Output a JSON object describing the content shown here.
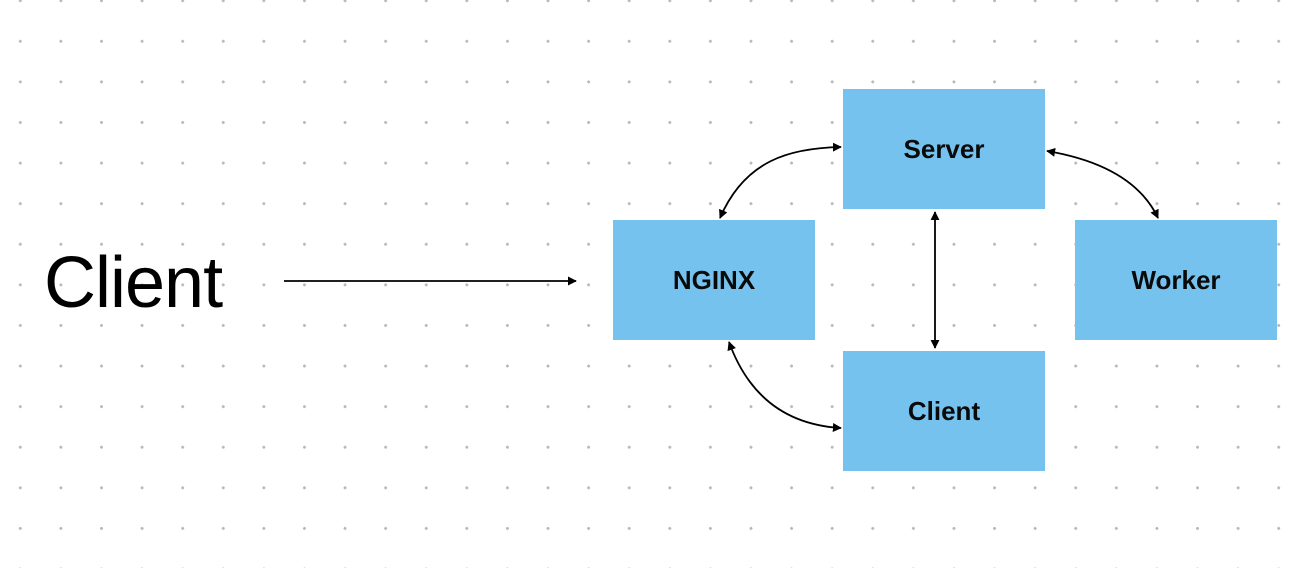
{
  "diagram": {
    "external_label": "Client",
    "nodes": {
      "nginx": "NGINX",
      "server": "Server",
      "worker": "Worker",
      "client": "Client"
    }
  },
  "colors": {
    "node_fill": "#76c2ef",
    "edge_stroke": "#000000",
    "background": "#ffffff",
    "grid_dot": "#b8b8b8"
  }
}
